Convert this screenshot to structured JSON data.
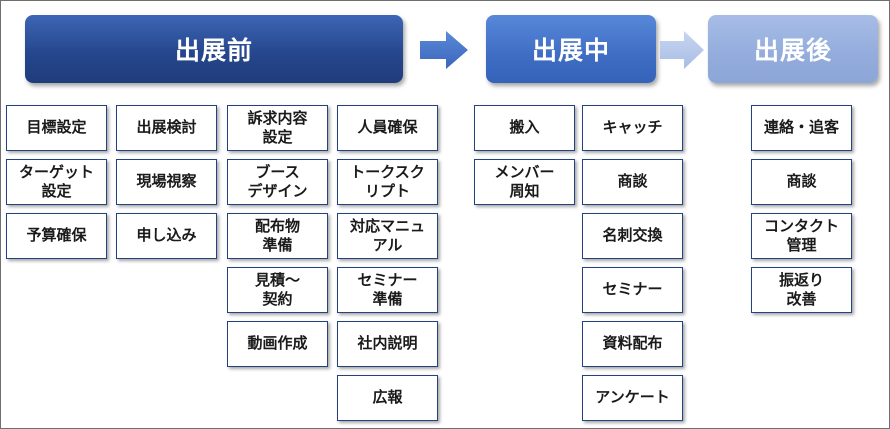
{
  "phases": {
    "before": "出展前",
    "during": "出展中",
    "after": "出展後"
  },
  "before_col1": [
    "目標設定",
    "ターゲット\n設定",
    "予算確保"
  ],
  "before_col2": [
    "出展検討",
    "現場視察",
    "申し込み"
  ],
  "before_col3": [
    "訴求内容\n設定",
    "ブース\nデザイン",
    "配布物\n準備",
    "見積〜\n契約",
    "動画作成"
  ],
  "before_col4": [
    "人員確保",
    "トークスク\nリプト",
    "対応マニュ\nアル",
    "セミナー\n準備",
    "社内説明",
    "広報"
  ],
  "during_col1": [
    "搬入",
    "メンバー\n周知"
  ],
  "during_col2": [
    "キャッチ",
    "商談",
    "名刺交換",
    "セミナー",
    "資料配布",
    "アンケート"
  ],
  "after_col1": [
    "連絡・追客",
    "商談",
    "コンタクト\n管理",
    "振返り\n改善"
  ],
  "colors": {
    "before_header": "#26478e",
    "during_header": "#3f6dc4",
    "after_header": "#93acdc",
    "card_border": "#24427f"
  }
}
